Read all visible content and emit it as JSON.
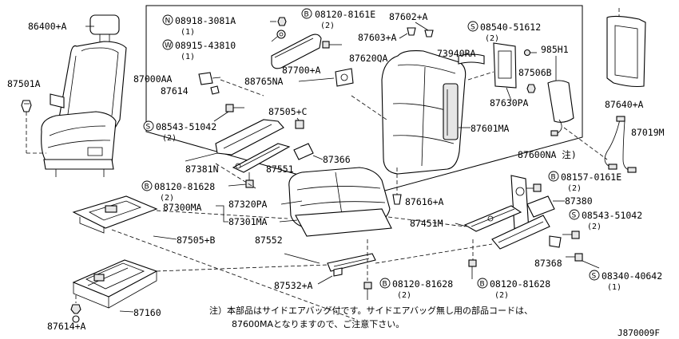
{
  "diagram_ref": "J870009F",
  "labels": {
    "p86400A": "86400+A",
    "p87501A": "87501A",
    "pN08918": "08918-3081A",
    "pN08918_qty": "(1)",
    "pW08915": "08915-43810",
    "pW08915_qty": "(1)",
    "pB08120_8161E": "08120-8161E",
    "pB08120_8161E_qty": "(2)",
    "p87602A": "87602+A",
    "pS08540": "08540-51612",
    "pS08540_qty": "(2)",
    "p87640A": "87640+A",
    "p87603A": "87603+A",
    "p73940RA": "73940RA",
    "p985H1": "985H1",
    "p87620QA": "87620QA",
    "p87700A": "87700+A",
    "p87506B": "87506B",
    "p87000AA": "87000AA",
    "p88765NA": "88765NA",
    "p87614": "87614",
    "p87630PA": "87630PA",
    "p87505C": "87505+C",
    "pS08543a": "08543-51042",
    "pS08543a_qty": "(2)",
    "p87601MA": "87601MA",
    "p87019M": "87019M",
    "p87366": "87366",
    "p87600NA": "87600NA 注)",
    "p87381N": "87381N",
    "p87551": "87551",
    "pB08157": "08157-0161E",
    "pB08157_qty": "(2)",
    "pB08120_81628a": "08120-81628",
    "pB08120_81628a_qty": "(2)",
    "p87380": "87380",
    "p87320PA": "87320PA",
    "p87616A": "87616+A",
    "p87300MA": "87300MA",
    "p87301MA": "87301MA",
    "p87451M": "87451M",
    "pS08543b": "08543-51042",
    "pS08543b_qty": "(2)",
    "p87505B": "87505+B",
    "p87552": "87552",
    "p87368": "87368",
    "pS08340": "08340-40642",
    "pS08340_qty": "(1)",
    "p87532A": "87532+A",
    "pB08120_81628b": "08120-81628",
    "pB08120_81628b_qty": "(2)",
    "pB08120_81628c": "08120-81628",
    "pB08120_81628c_qty": "(2)",
    "p87160": "87160",
    "p87614A": "87614+A"
  },
  "markers": {
    "N": "N",
    "W": "W",
    "B": "B",
    "S": "S"
  },
  "footnote": {
    "line1": "注）本部品はサイドエアバッグ付です。サイドエアバッグ無し用の部品コードは、",
    "line2": "87600MAとなりますので、ご注意下さい。"
  }
}
